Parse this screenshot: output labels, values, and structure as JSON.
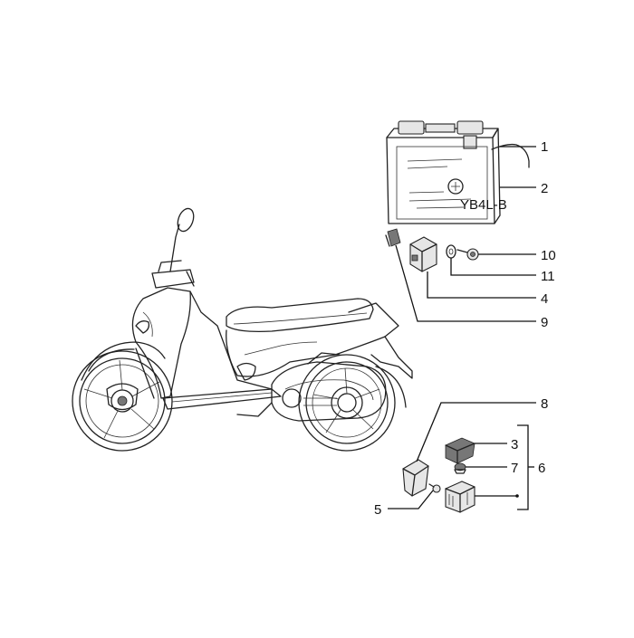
{
  "callouts": {
    "c1": "1",
    "c2": "2",
    "c10": "10",
    "c11": "11",
    "c4": "4",
    "c9": "9",
    "c8": "8",
    "c3": "3",
    "c7": "7",
    "c6": "6",
    "c5": "5"
  },
  "battery_label_text": "YB4L-B"
}
